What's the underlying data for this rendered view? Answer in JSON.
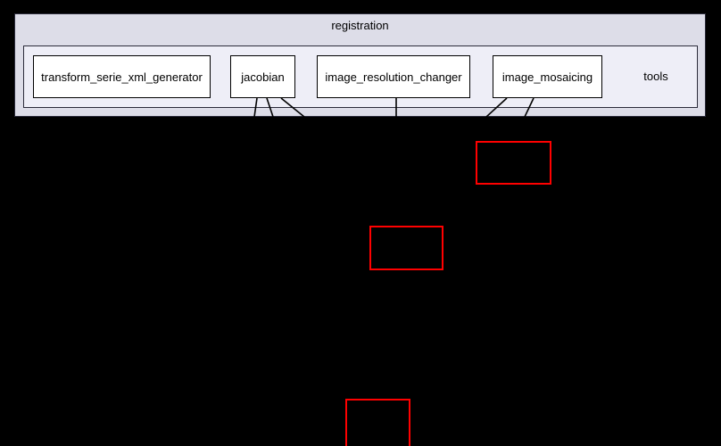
{
  "graph": {
    "background_color": "#000000",
    "outer_cluster": {
      "label": "registration",
      "fill": "#dddde8",
      "border": "#2b2b3a"
    },
    "inner_cluster": {
      "label": "tools",
      "fill": "#eeeef7",
      "border": "#2b2b3a"
    },
    "nodes": [
      {
        "id": "transform_serie_xml_generator",
        "label": "transform_serie_xml_generator",
        "fill": "#ffffff",
        "border": "#000000"
      },
      {
        "id": "jacobian",
        "label": "jacobian",
        "fill": "#ffffff",
        "border": "#000000"
      },
      {
        "id": "image_resolution_changer",
        "label": "image_resolution_changer",
        "fill": "#ffffff",
        "border": "#000000"
      },
      {
        "id": "image_mosaicing",
        "label": "image_mosaicing",
        "fill": "#ffffff",
        "border": "#000000"
      }
    ],
    "highlight_boxes": [
      {
        "id": "highlight-1",
        "label": "",
        "border": "#ff0000",
        "fill": "#000000"
      },
      {
        "id": "highlight-2",
        "label": "",
        "border": "#ff0000",
        "fill": "#000000"
      },
      {
        "id": "highlight-3",
        "label": "",
        "border": "#ff0000",
        "fill": "#000000"
      }
    ],
    "edges": [
      {
        "from": "jacobian",
        "to": "highlight-1"
      },
      {
        "from": "jacobian",
        "to": "highlight-2"
      },
      {
        "from": "jacobian",
        "to": "highlight-3"
      },
      {
        "from": "image_resolution_changer",
        "to": "highlight-2"
      },
      {
        "from": "image_mosaicing",
        "to": "highlight-1"
      },
      {
        "from": "image_mosaicing",
        "to": "highlight-2"
      }
    ],
    "edge_color": "#000000"
  }
}
